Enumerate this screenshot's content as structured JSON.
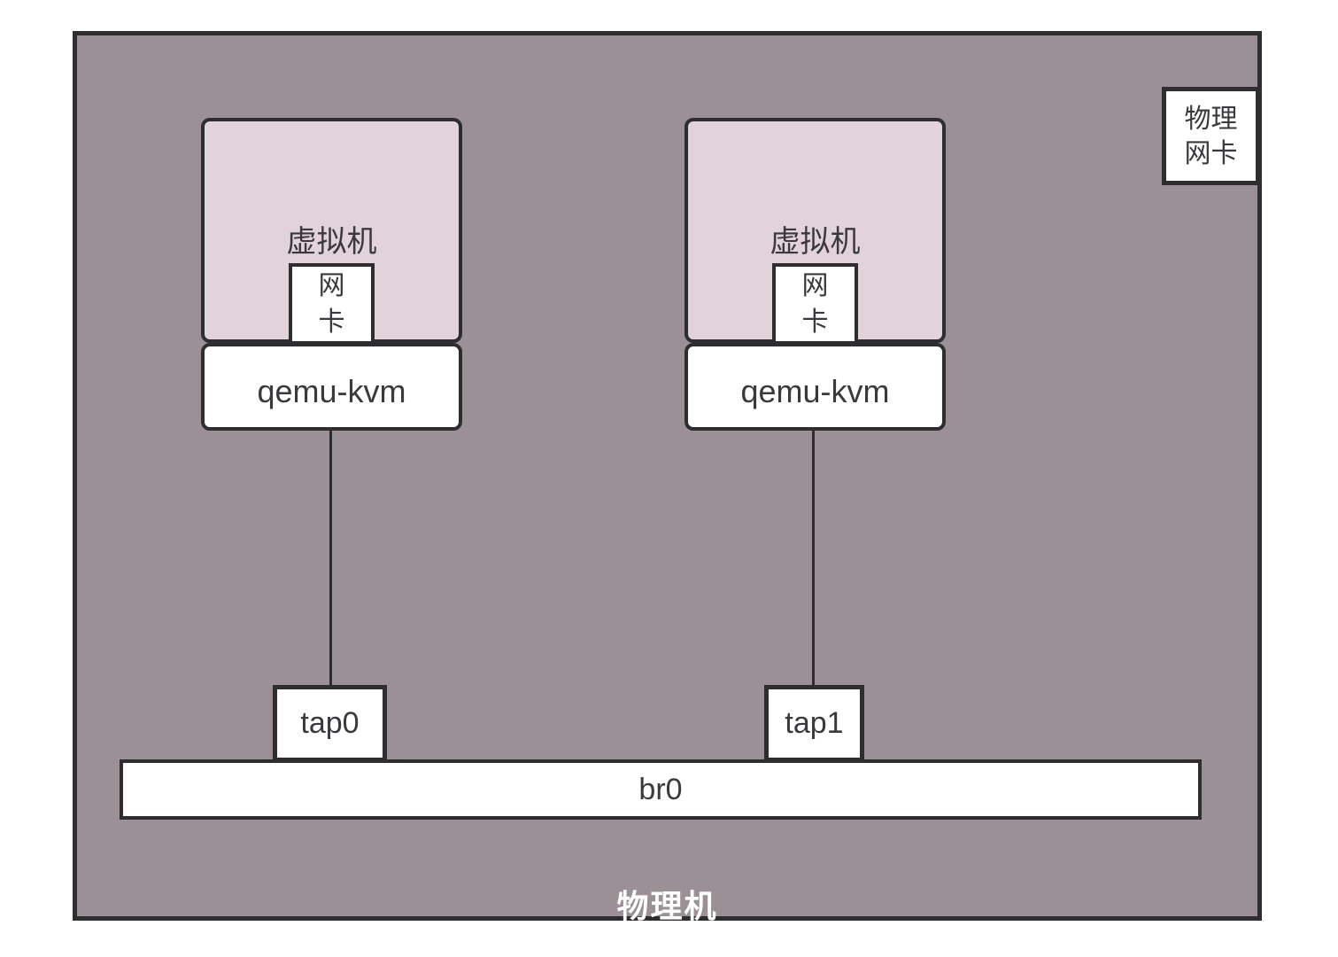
{
  "host": {
    "label": "物理机",
    "fill": "#9a9096",
    "border_color": "#2e2e31",
    "label_color": "#ffffff"
  },
  "vms": [
    {
      "label": "虚拟机",
      "nic_label": "网卡",
      "hypervisor_label": "qemu-kvm",
      "tap_label": "tap0"
    },
    {
      "label": "虚拟机",
      "nic_label": "网卡",
      "hypervisor_label": "qemu-kvm",
      "tap_label": "tap1"
    }
  ],
  "bridge": {
    "label": "br0"
  },
  "physical_nic": {
    "label": "物理网卡"
  },
  "colors": {
    "vm_fill": "#e1d3d9",
    "box_fill": "#ffffff",
    "line": "#2e2e31",
    "text": "#3b393d"
  }
}
